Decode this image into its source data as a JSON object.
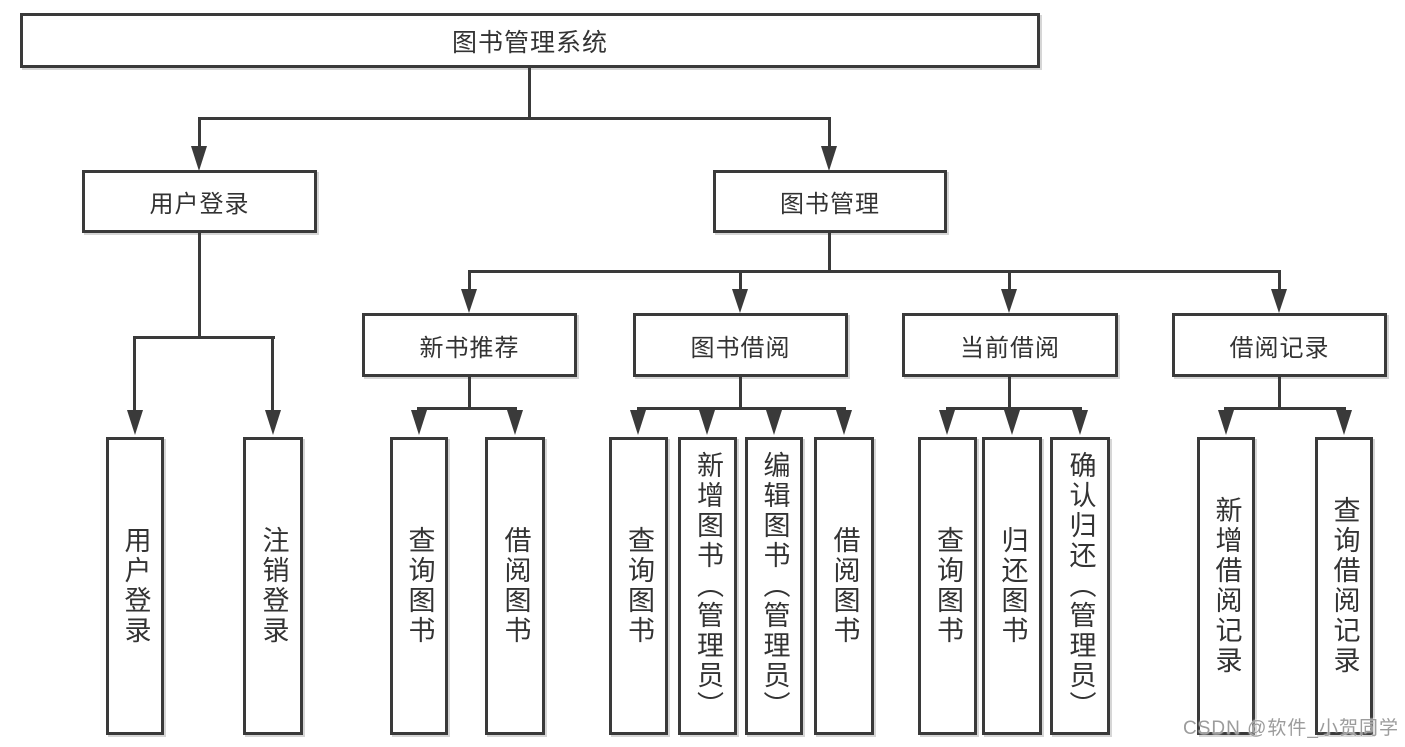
{
  "tree": {
    "label": "图书管理系统",
    "children": [
      {
        "label": "用户登录",
        "children": [
          {
            "label": "用户登录"
          },
          {
            "label": "注销登录"
          }
        ]
      },
      {
        "label": "图书管理",
        "children": [
          {
            "label": "新书推荐",
            "children": [
              {
                "label": "查询图书"
              },
              {
                "label": "借阅图书"
              }
            ]
          },
          {
            "label": "图书借阅",
            "children": [
              {
                "label": "查询图书"
              },
              {
                "label": "新增图书（管理员）"
              },
              {
                "label": "编辑图书（管理员）"
              },
              {
                "label": "借阅图书"
              }
            ]
          },
          {
            "label": "当前借阅",
            "children": [
              {
                "label": "查询图书"
              },
              {
                "label": "归还图书"
              },
              {
                "label": "确认归还（管理员）"
              }
            ]
          },
          {
            "label": "借阅记录",
            "children": [
              {
                "label": "新增借阅记录"
              },
              {
                "label": "查询借阅记录"
              }
            ]
          }
        ]
      }
    ]
  },
  "watermark": {
    "text": "CSDN @软件_小贺同学"
  },
  "colors": {
    "line": "#3a3a3a",
    "box_fill": "#ffffff",
    "text": "#333333",
    "watermark_text": "#9c9c9c"
  }
}
